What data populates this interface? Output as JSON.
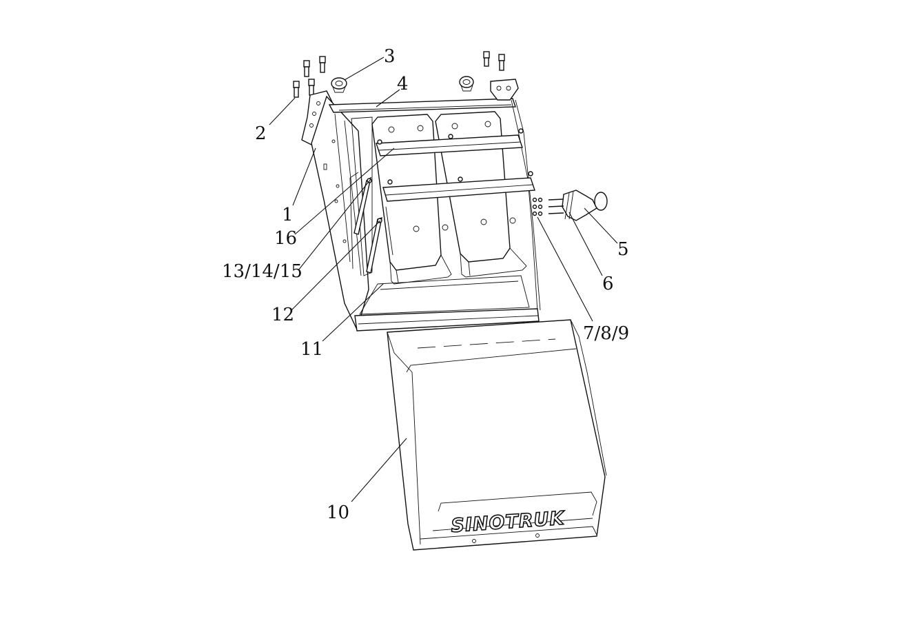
{
  "callouts": {
    "c1": "1",
    "c2": "2",
    "c3": "3",
    "c4": "4",
    "c5": "5",
    "c6": "6",
    "c789": "7/8/9",
    "c10": "10",
    "c11": "11",
    "c12": "12",
    "c131415": "13/14/15",
    "c16": "16"
  },
  "cover_brand": "SINOTRUK",
  "colors": {
    "line": "#111111",
    "background": "#ffffff"
  }
}
